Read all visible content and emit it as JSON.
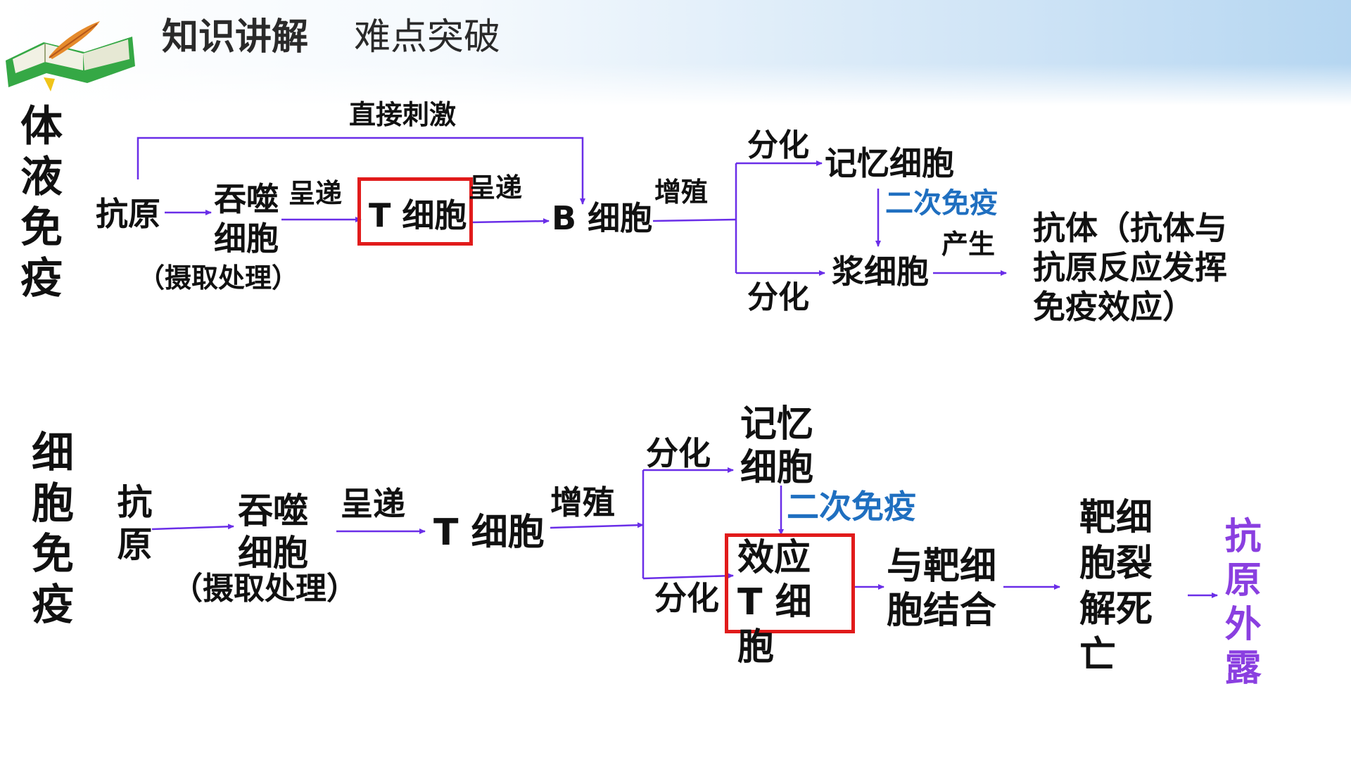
{
  "header": {
    "title_main": "知识讲解",
    "title_sub": "难点突破"
  },
  "humoral": {
    "section_label": "体液免疫",
    "direct_stimulation": "直接刺激",
    "antigen": "抗原",
    "phagocyte": "吞噬细胞",
    "process_note": "（摄取处理）",
    "present_1": "呈递",
    "t_cell": "T 细胞",
    "present_2": "呈递",
    "b_cell": "B 细胞",
    "proliferate": "增殖",
    "differentiate_1": "分化",
    "memory_cell": "记忆细胞",
    "secondary_immunity": "二次免疫",
    "differentiate_2": "分化",
    "plasma_cell": "浆细胞",
    "produce": "产生",
    "antibody_note": "抗体（抗体与抗原反应发挥免疫效应）"
  },
  "cellular": {
    "section_label": "细胞免疫",
    "antigen": "抗原",
    "phagocyte": "吞噬细胞",
    "process_note": "（摄取处理）",
    "present": "呈递",
    "t_cell": "T 细胞",
    "proliferate": "增殖",
    "differentiate_1": "分化",
    "memory_cell": "记忆细胞",
    "secondary_immunity": "二次免疫",
    "differentiate_2": "分化",
    "effector_t_cell": "效应T 细胞",
    "bind_target": "与靶细胞结合",
    "target_lysis": "靶细胞裂解死亡",
    "antigen_exposed": "抗原外露"
  },
  "colors": {
    "arrow": "#6a2ee8",
    "highlight_box": "#e11b1b",
    "secondary_text": "#1f6fc0",
    "final_text": "#8a3fe0"
  }
}
